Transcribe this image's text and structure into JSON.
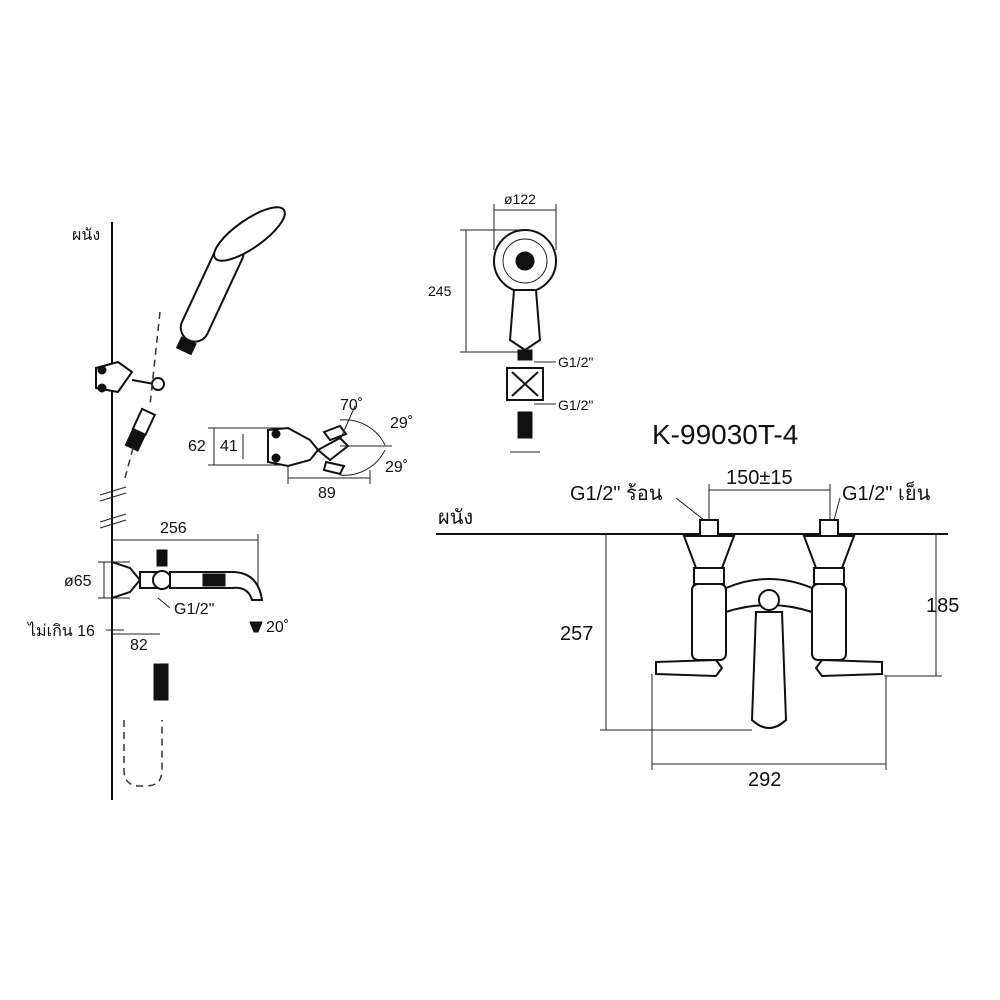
{
  "model": "K-99030T-4",
  "wall_label_left": "ผนัง",
  "wall_label_right": "ผนัง",
  "showerhead": {
    "diameter": "ø122",
    "height": "245",
    "thread_top": "G1/2\"",
    "thread_bottom": "G1/2\""
  },
  "bracket": {
    "dim_62": "62",
    "dim_41": "41",
    "dim_89": "89",
    "angle_70": "70˚",
    "angle_29_top": "29˚",
    "angle_29_bottom": "29˚"
  },
  "spout": {
    "length": "256",
    "diameter": "ø65",
    "thread": "G1/2\"",
    "angle": "20˚",
    "max_label": "ไม่เกิน 16",
    "offset": "82"
  },
  "mixer": {
    "hot_label": "G1/2\" ร้อน",
    "cold_label": "G1/2\" เย็น",
    "center_distance": "150±15",
    "height": "257",
    "inlet_height": "185",
    "width": "292"
  }
}
